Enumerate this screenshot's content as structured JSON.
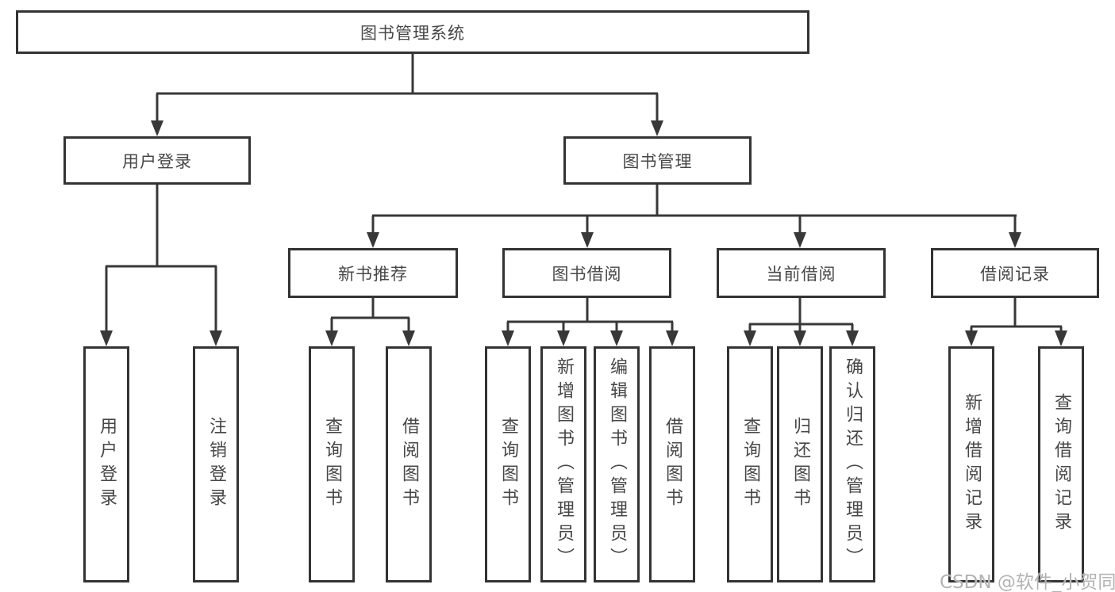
{
  "diagram": {
    "root": {
      "label": "图书管理系统"
    },
    "level1": [
      {
        "label": "用户登录"
      },
      {
        "label": "图书管理"
      }
    ],
    "level2": [
      {
        "label": "新书推荐"
      },
      {
        "label": "图书借阅"
      },
      {
        "label": "当前借阅"
      },
      {
        "label": "借阅记录"
      }
    ],
    "leaves": {
      "user_login": [
        "用户登录",
        "注销登录"
      ],
      "new_books": [
        "查询图书",
        "借阅图书"
      ],
      "book_borrow": [
        "查询图书",
        "新增图书（管理员）",
        "编辑图书（管理员）",
        "借阅图书"
      ],
      "current_borrow": [
        "查询图书",
        "归还图书",
        "确认归还（管理员）"
      ],
      "borrow_records": [
        "新增借阅记录",
        "查询借阅记录"
      ]
    }
  },
  "colors": {
    "box_border": "#333333",
    "text": "#474747",
    "connector": "#383838",
    "watermark": "#b3b3b3",
    "background": "#ffffff"
  },
  "watermark": {
    "text": "CSDN @软件_小贺同学"
  }
}
